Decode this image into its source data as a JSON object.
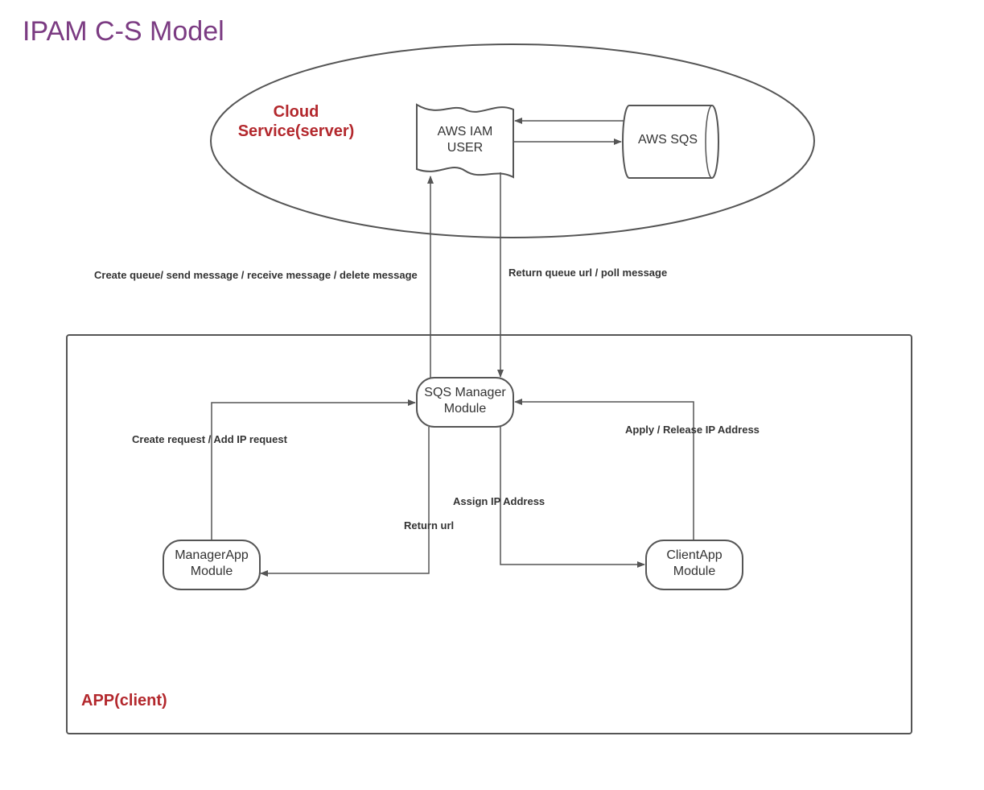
{
  "title": "IPAM C-S Model",
  "regions": {
    "cloud": {
      "label_line1": "Cloud",
      "label_line2": "Service(server)"
    },
    "app": {
      "label": "APP(client)"
    }
  },
  "nodes": {
    "aws_iam_user": {
      "line1": "AWS IAM",
      "line2": "USER"
    },
    "aws_sqs": {
      "line1": "AWS SQS"
    },
    "sqs_manager": {
      "line1": "SQS Manager",
      "line2": "Module"
    },
    "manager_app": {
      "line1": "ManagerApp",
      "line2": "Module"
    },
    "client_app": {
      "line1": "ClientApp",
      "line2": "Module"
    }
  },
  "edges": {
    "create_queue": "Create queue/ send message / receive message / delete message",
    "return_queue": "Return queue url / poll message",
    "create_request": "Create request / Add IP request",
    "apply_release": "Apply / Release IP Address",
    "assign_ip": "Assign IP Address",
    "return_url": "Return url"
  },
  "colors": {
    "title": "#7b3b82",
    "region_label": "#b3282d",
    "stroke": "#555555",
    "text": "#333333"
  }
}
